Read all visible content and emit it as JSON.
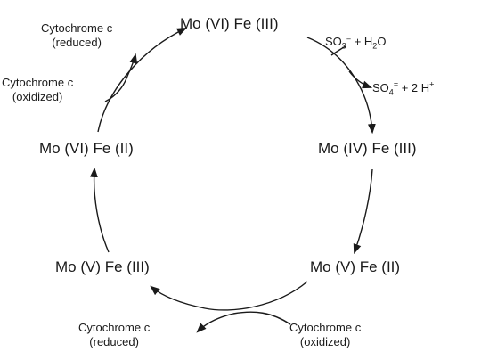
{
  "states": {
    "top": "Mo (VI) Fe (III)",
    "right_upper": "Mo (IV) Fe (III)",
    "right_lower": "Mo (V) Fe (II)",
    "left_lower": "Mo (V) Fe (III)",
    "left_upper": "Mo (VI) Fe (II)"
  },
  "cytochrome": {
    "top_reduced": {
      "line1": "Cytochrome c",
      "line2": "(reduced)"
    },
    "top_oxidized": {
      "line1": "Cytochrome c",
      "line2": "(oxidized)"
    },
    "bottom_reduced": {
      "line1": "Cytochrome c",
      "line2": "(reduced)"
    },
    "bottom_oxidized": {
      "line1": "Cytochrome c",
      "line2": "(oxidized)"
    }
  },
  "sulfite": {
    "reactant": {
      "so": "SO",
      "sub": "3",
      "sup": "=",
      "rest_pre": " + H",
      "rest_sub": "2",
      "rest_post": "O"
    },
    "product": {
      "so": "SO",
      "sub": "4",
      "sup": "=",
      "rest": " + 2 H",
      "sup2": "+"
    }
  },
  "colors": {
    "ink": "#1a1a1a",
    "background": "#ffffff"
  }
}
